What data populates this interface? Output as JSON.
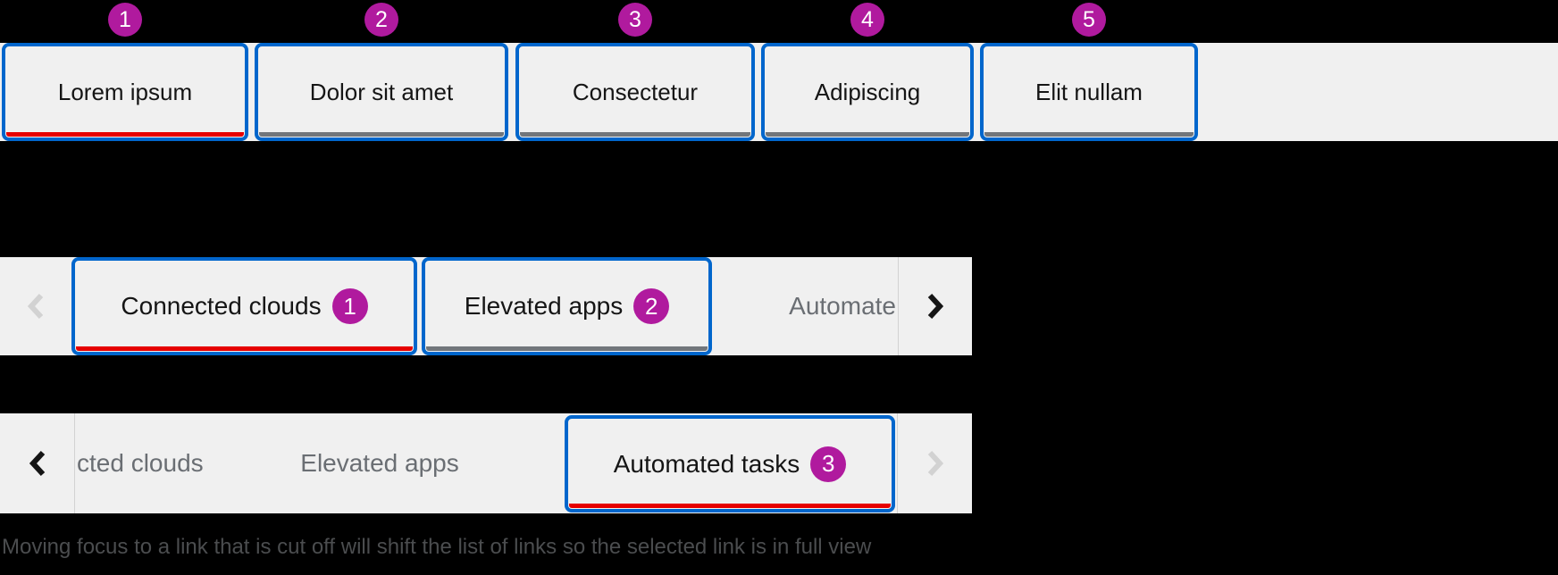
{
  "colors": {
    "focus_outline_blue": "#0066cc",
    "selected_underline_red": "#e60000",
    "default_underline_gray": "#72767b",
    "annotation_badge_magenta": "#b01a9e",
    "bar_background": "#f0f0f0",
    "tab_text": "#151515",
    "muted_tab_text": "#6a6e73",
    "chevron_enabled": "#151515",
    "chevron_disabled": "#d2d2d2",
    "caption_text": "#4b4d4f"
  },
  "tab_bar_top": {
    "tabs": [
      {
        "label": "Lorem ipsum",
        "annotation": "1",
        "state": "selected"
      },
      {
        "label": "Dolor sit amet",
        "annotation": "2",
        "state": "default"
      },
      {
        "label": "Consectetur",
        "annotation": "3",
        "state": "default"
      },
      {
        "label": "Adipiscing",
        "annotation": "4",
        "state": "default"
      },
      {
        "label": "Elit nullam",
        "annotation": "5",
        "state": "default"
      }
    ]
  },
  "overflow_bar_1": {
    "left_scroll": {
      "icon": "angle-left-icon",
      "enabled": false
    },
    "right_scroll": {
      "icon": "angle-right-icon",
      "enabled": true
    },
    "tabs": [
      {
        "label": "Connected clouds",
        "annotation": "1",
        "state": "selected"
      },
      {
        "label": "Elevated apps",
        "annotation": "2",
        "state": "default"
      },
      {
        "label": "Automate",
        "state": "cut-off"
      }
    ]
  },
  "overflow_bar_2": {
    "left_scroll": {
      "icon": "angle-left-icon",
      "enabled": true
    },
    "right_scroll": {
      "icon": "angle-right-icon",
      "enabled": false
    },
    "tabs": [
      {
        "label": "cted clouds",
        "state": "cut-off"
      },
      {
        "label": "Elevated apps",
        "state": "default"
      },
      {
        "label": "Automated tasks",
        "annotation": "3",
        "state": "selected"
      }
    ]
  },
  "caption": {
    "text": "Moving focus to a link that is cut off will shift the list of links so the selected link is in full view"
  }
}
